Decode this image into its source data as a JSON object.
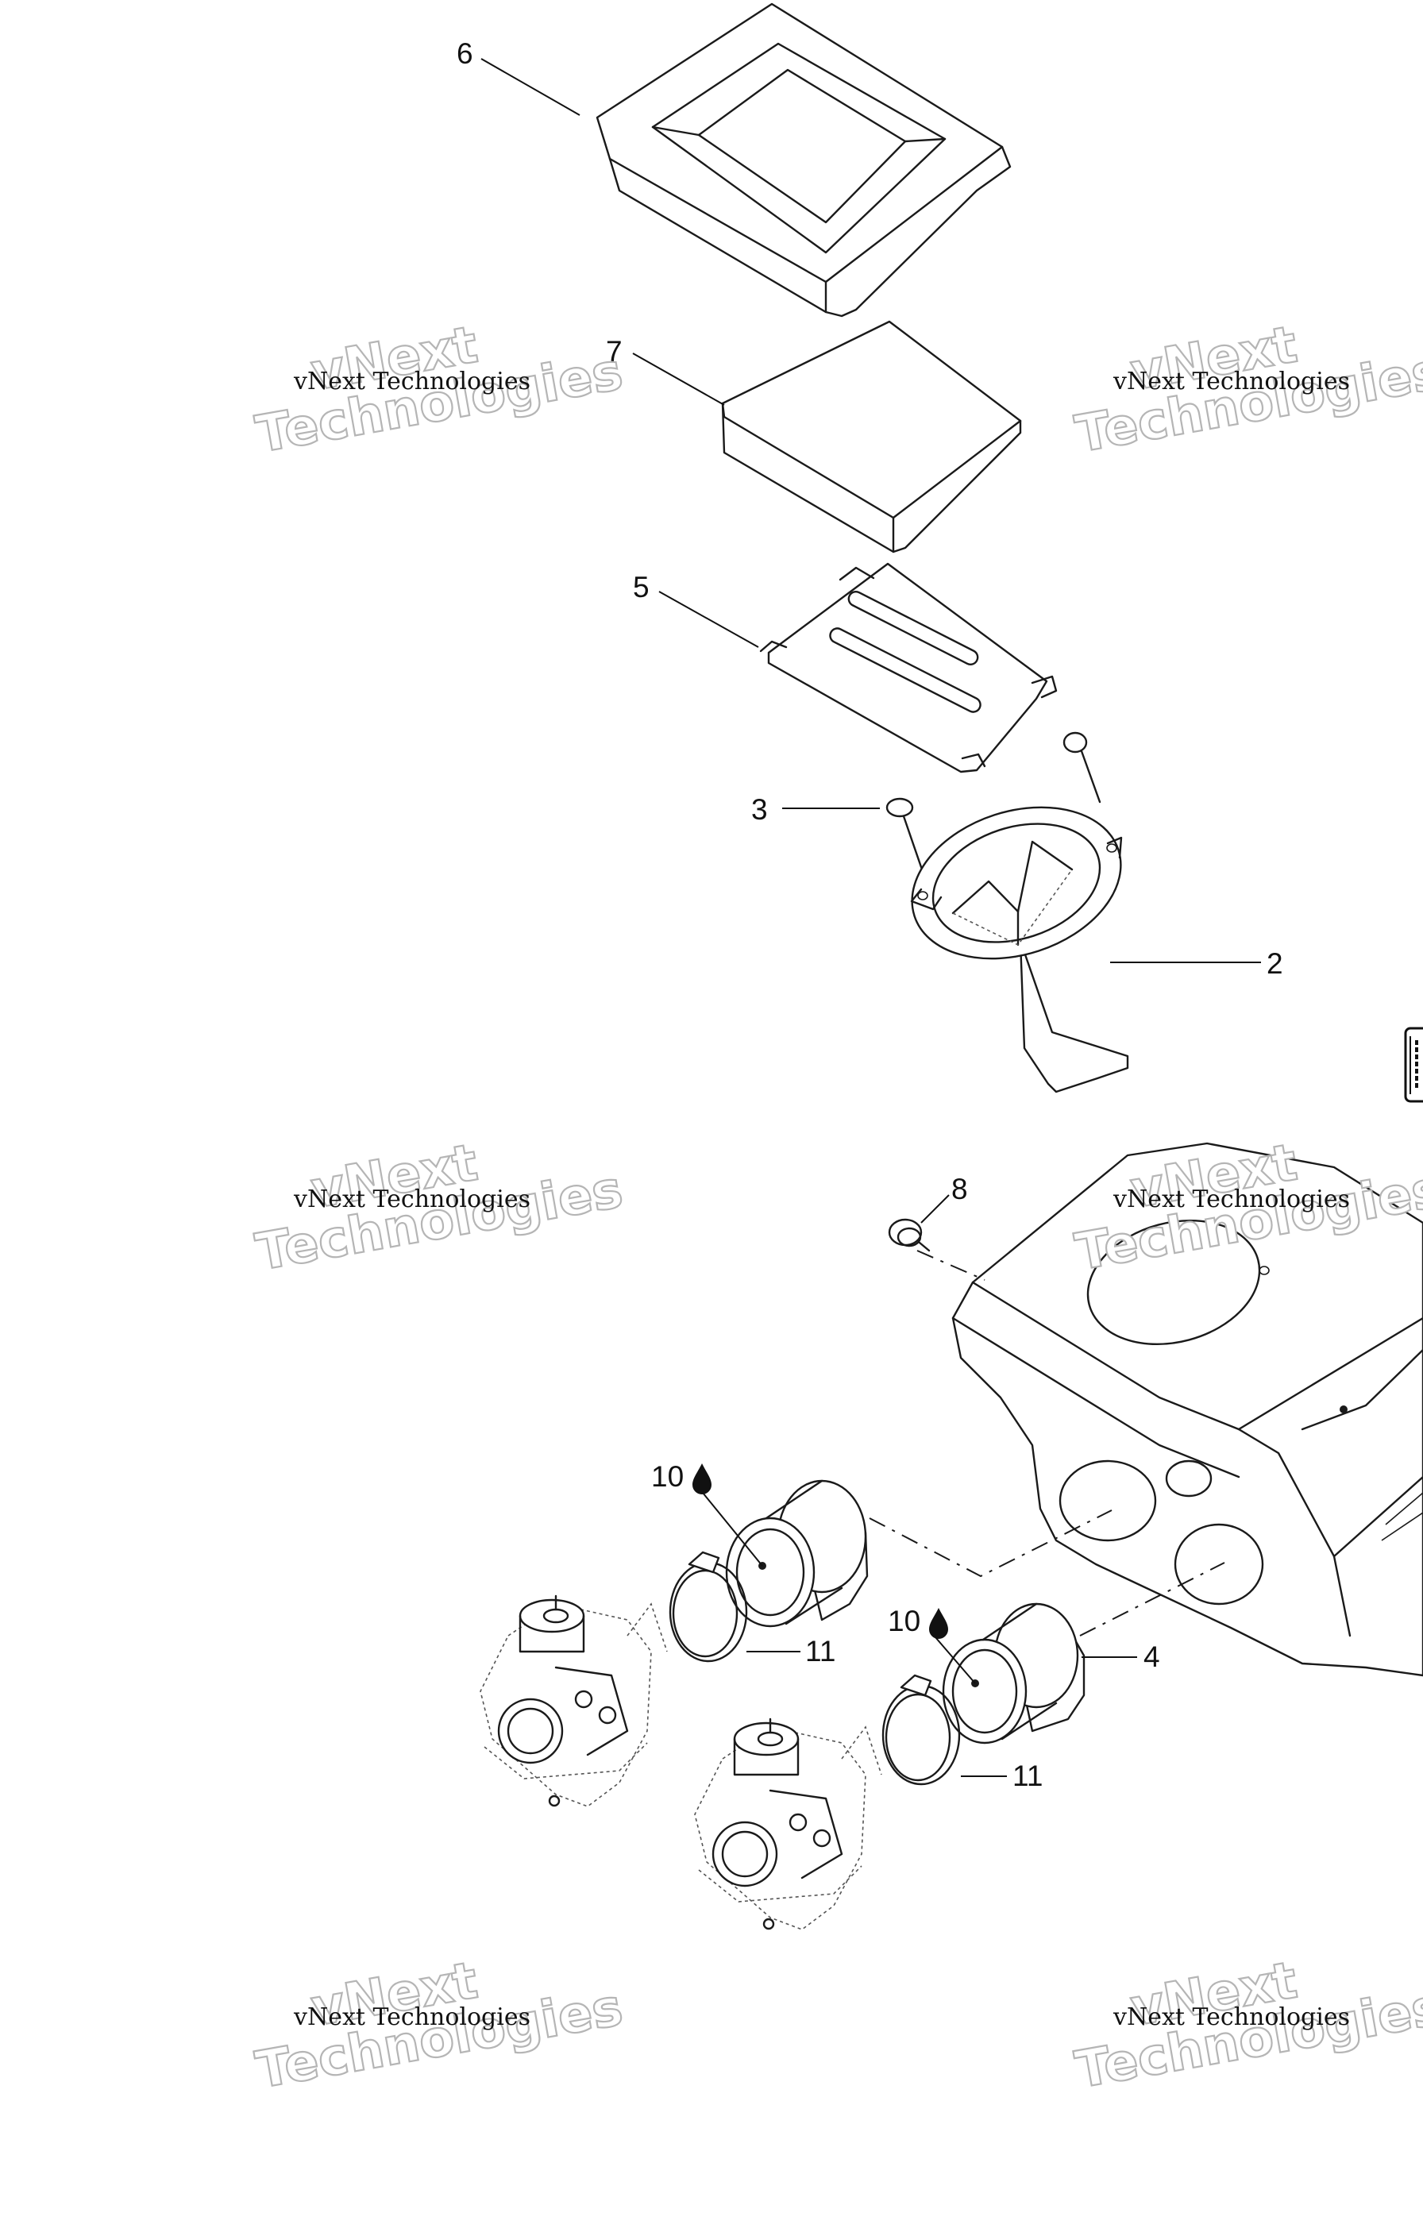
{
  "callouts": {
    "c6": "6",
    "c7": "7",
    "c5": "5",
    "c3": "3",
    "c2": "2",
    "c8": "8",
    "c10a": "10",
    "c10b": "10",
    "c11a": "11",
    "c11b": "11",
    "c4": "4"
  },
  "watermark": {
    "line1": "vNext Technologies",
    "big_top": "vNext",
    "big_bottom": "Technologies"
  },
  "icons": {
    "droplet": "oil-drop-icon",
    "side_tab": "page-tab-icon"
  },
  "colors": {
    "line": "#1a1a1a",
    "watermark_outline": "#b5b5b5"
  }
}
